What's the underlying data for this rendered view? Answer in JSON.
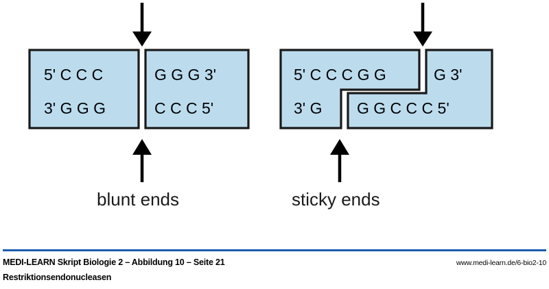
{
  "figure": {
    "title": "Restriktionsendonucleasen",
    "colors": {
      "fragment_fill": "#bcdcee",
      "fragment_stroke": "#1a1a1a",
      "arrow": "#000000",
      "rule": "#1a5cad",
      "text": "#000000"
    },
    "panels": [
      {
        "id": "blunt",
        "caption": "blunt ends",
        "cut_type": "blunt",
        "top_strand": {
          "left_label": "5'",
          "left_bases": [
            "C",
            "C",
            "C"
          ],
          "right_bases": [
            "G",
            "G",
            "G"
          ],
          "right_label": "3'"
        },
        "bottom_strand": {
          "left_label": "3'",
          "left_bases": [
            "G",
            "G",
            "G"
          ],
          "right_bases": [
            "C",
            "C",
            "C"
          ],
          "right_label": "5'"
        },
        "arrows": [
          {
            "name": "top-cut-arrow",
            "direction": "down"
          },
          {
            "name": "bottom-cut-arrow",
            "direction": "up"
          }
        ]
      },
      {
        "id": "sticky",
        "caption": "sticky ends",
        "cut_type": "staggered",
        "top_strand": {
          "left_label": "5'",
          "left_bases": [
            "C",
            "C",
            "C",
            "G",
            "G"
          ],
          "right_bases": [
            "G"
          ],
          "right_label": "3'"
        },
        "bottom_strand": {
          "left_label": "3'",
          "left_bases": [
            "G"
          ],
          "right_bases": [
            "G",
            "G",
            "C",
            "C",
            "C"
          ],
          "right_label": "5'"
        },
        "arrows": [
          {
            "name": "top-cut-arrow",
            "direction": "down"
          },
          {
            "name": "bottom-cut-arrow",
            "direction": "up"
          }
        ]
      }
    ],
    "sequences": {
      "blunt_top": "5'  C  C  C",
      "blunt_top_right": "G  G  G  3'",
      "blunt_bottom": "3'  G  G  G",
      "blunt_bottom_right": "C  C  C  5'",
      "sticky_top_left": "5'  C  C  C  G  G",
      "sticky_top_right": "G   3'",
      "sticky_bottom_left": "3'  G",
      "sticky_bottom_right": "G  G  C  C  C   5'"
    }
  },
  "footer": {
    "credit": "MEDI-LEARN Skript Biologie 2 – Abbildung 10 – Seite 21",
    "url": "www.medi-learn.de/6-bio2-10",
    "subtitle": "Restriktionsendonucleasen"
  }
}
